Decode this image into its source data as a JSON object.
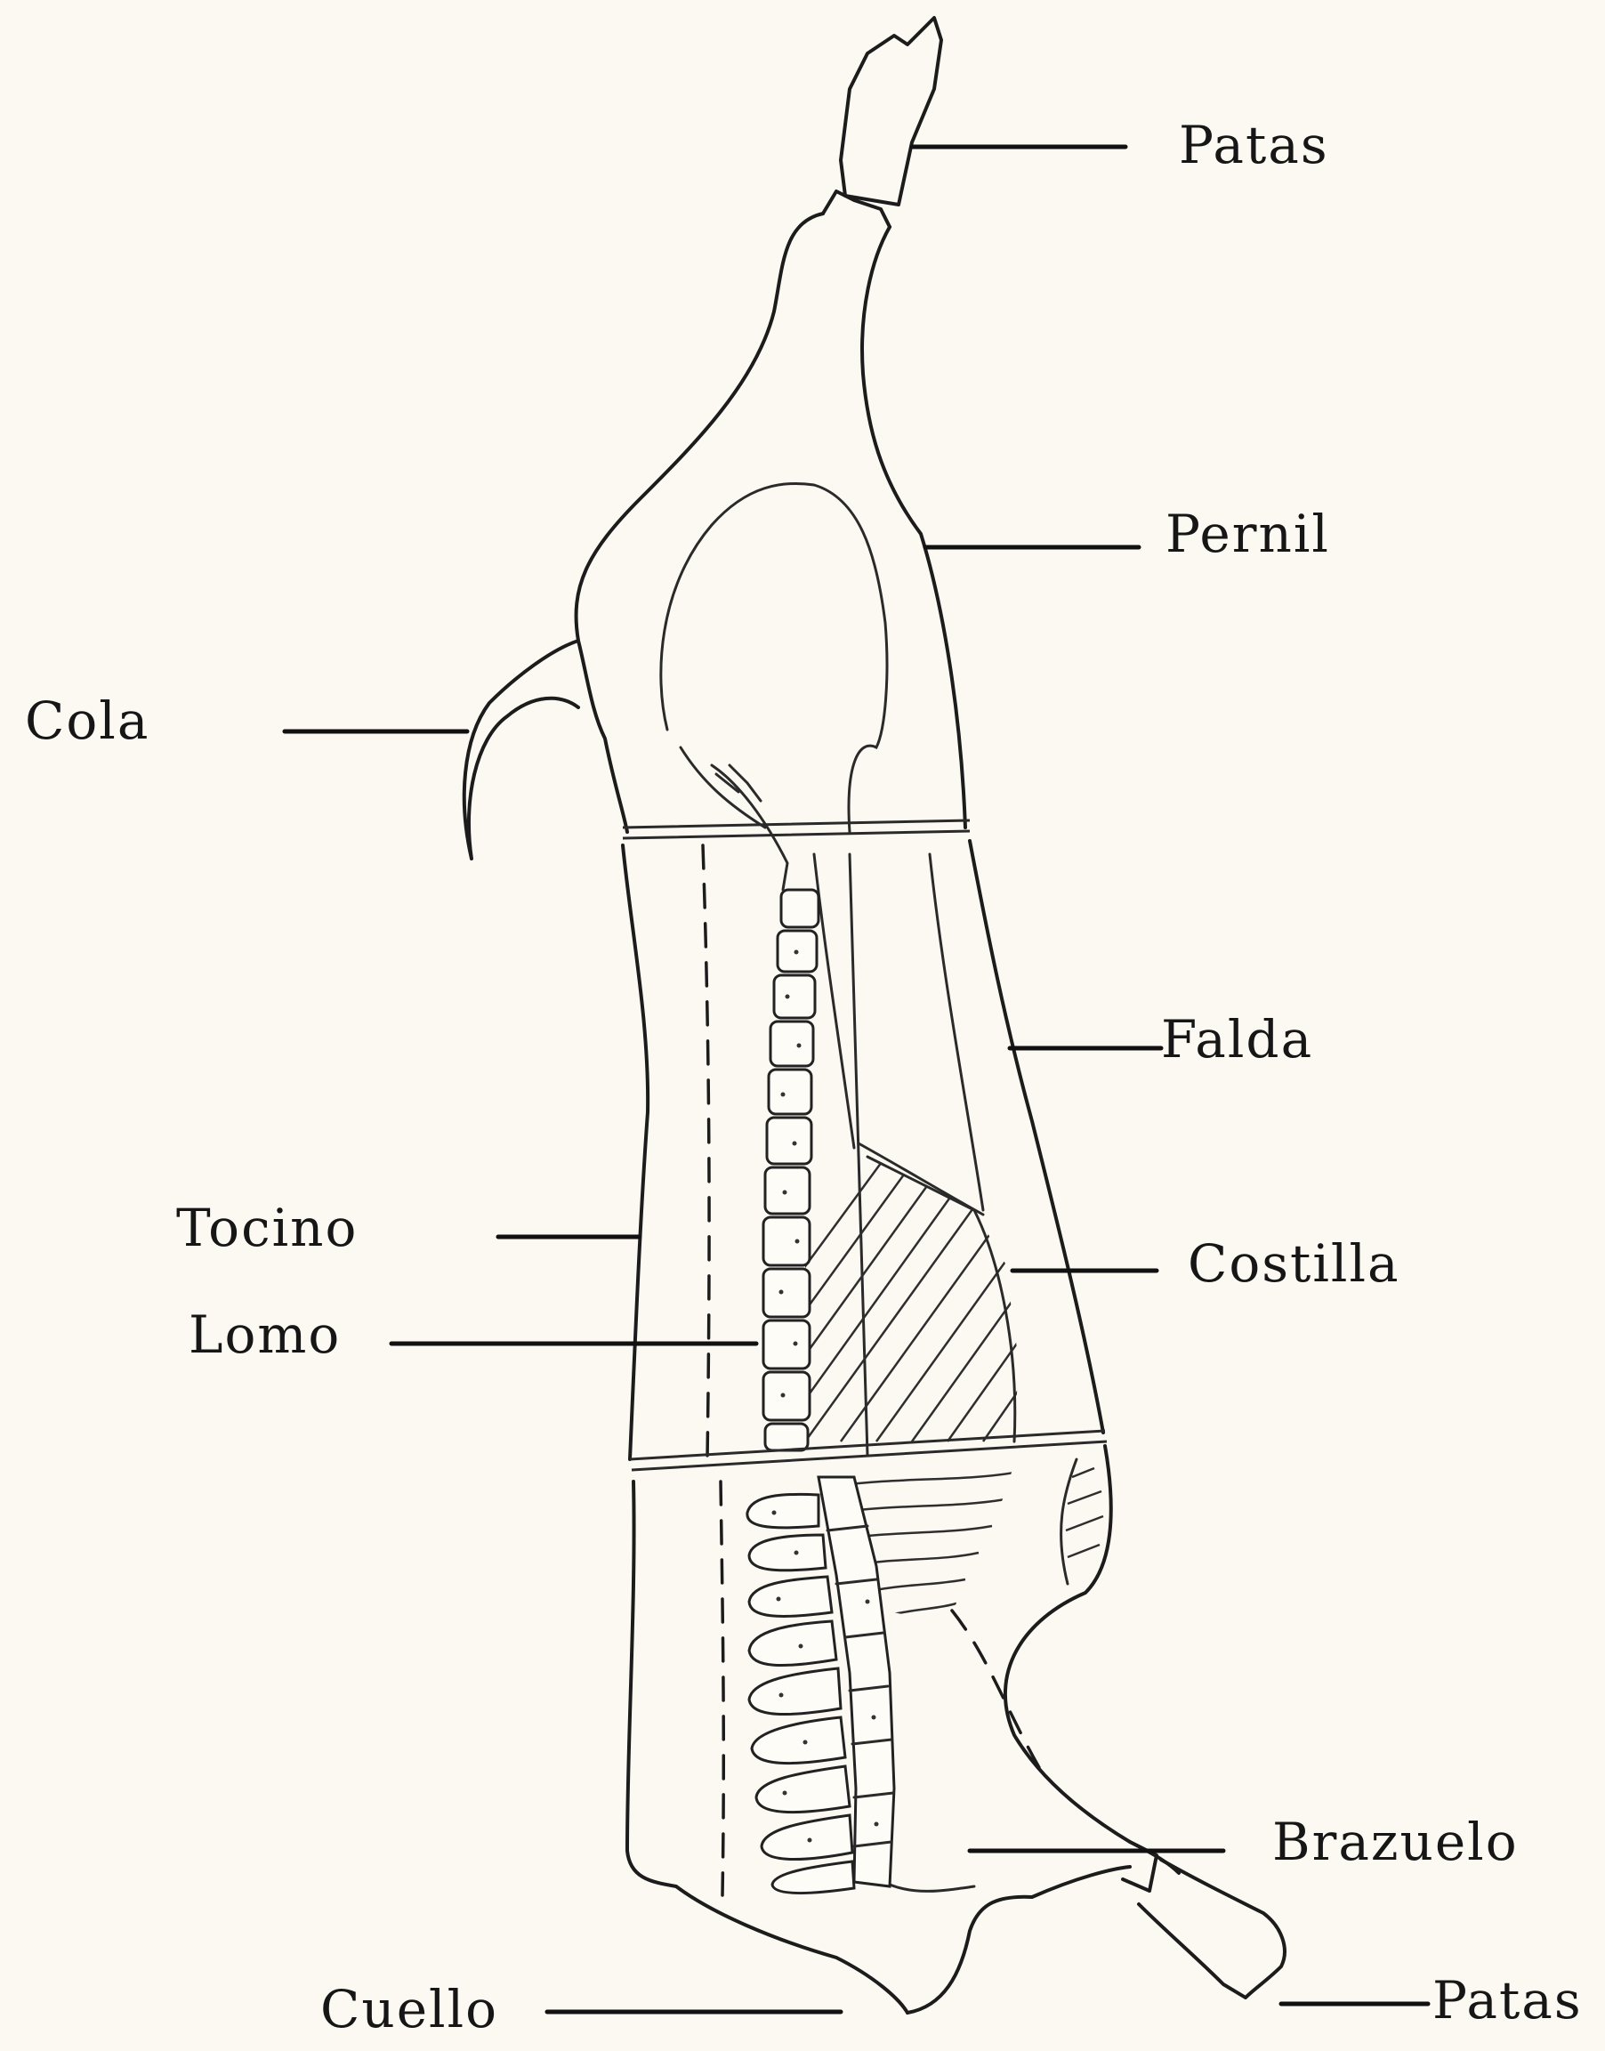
{
  "diagram": {
    "labels": {
      "patas_top": "Patas",
      "pernil": "Pernil",
      "cola": "Cola",
      "falda": "Falda",
      "tocino": "Tocino",
      "costilla": "Costilla",
      "lomo": "Lomo",
      "brazuelo": "Brazuelo",
      "cuello": "Cuello",
      "patas_bottom": "Patas"
    },
    "colors": {
      "background": "#fbf9f2",
      "ink": "#161616"
    }
  }
}
